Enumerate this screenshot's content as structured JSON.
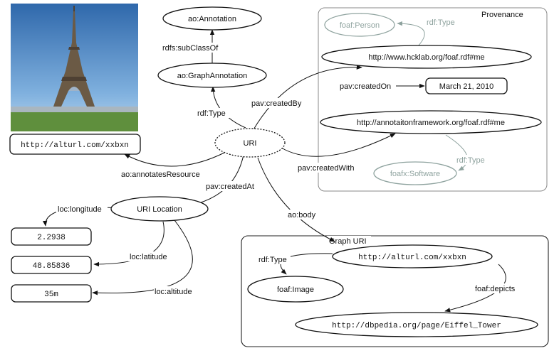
{
  "nodes": {
    "ao_annotation": "ao:Annotation",
    "ao_graph_annotation": "ao:GraphAnnotation",
    "uri": "URI",
    "image_url": "http://alturl.com/xxbxn",
    "uri_location": "URI Location",
    "longitude_value": "2.2938",
    "latitude_value": "48.85836",
    "altitude_value": "35m",
    "foaf_person": "foaf:Person",
    "creator_uri": "http://www.hcklab.org/foaf.rdf#me",
    "created_on_date": "March 21, 2010",
    "software_uri": "http://annotaitonframework.org/foaf.rdf#me",
    "foafx_software": "foafx:Software",
    "body_image_uri": "http://alturl.com/xxbxn",
    "foaf_image": "foaf:Image",
    "dbpedia_uri": "http://dbpedia.org/page/Eiffel_Tower"
  },
  "edges": {
    "rdfs_subclassof": "rdfs:subClassOf",
    "rdf_type_uri": "rdf:Type",
    "pav_created_by": "pav:createdBy",
    "pav_created_on": "pav:createdOn",
    "pav_created_with": "pav:createdWith",
    "ao_annotates_resource": "ao:annotatesResource",
    "pav_created_at": "pav:createdAt",
    "ao_body": "ao:body",
    "loc_longitude": "loc:longitude",
    "loc_latitude": "loc:latitude",
    "loc_altitude": "loc:altitude",
    "rdf_type_person": "rdf:Type",
    "rdf_type_software": "rdf:Type",
    "rdf_type_image": "rdf:Type",
    "foaf_depicts": "foaf:depicts"
  },
  "groups": {
    "provenance": "Provenance",
    "graph_uri": "Graph URI"
  },
  "colors": {
    "stroke": "#111111",
    "muted": "#8fa39f",
    "sky": "#3f78b4",
    "tower": "#6b5a45"
  },
  "image": {
    "subject": "eiffel-tower-photo"
  }
}
